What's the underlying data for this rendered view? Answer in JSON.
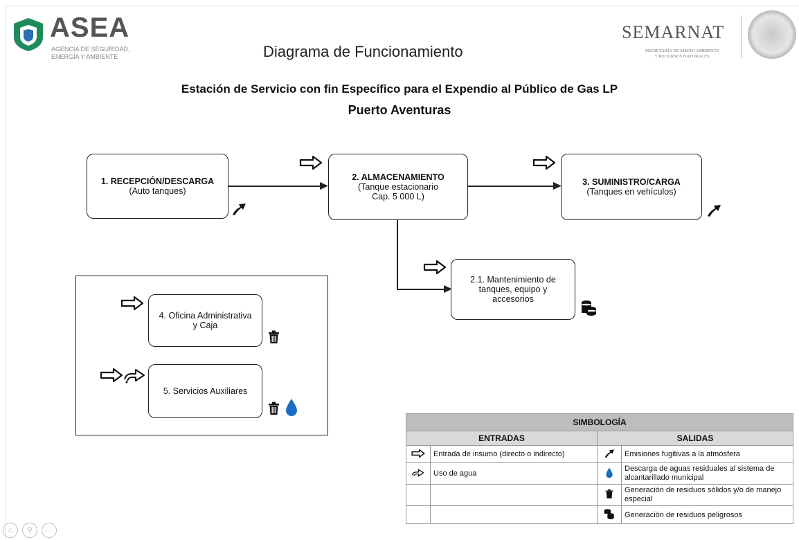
{
  "header": {
    "logo_name": "ASEA",
    "logo_subtitle_1": "Agencia de Seguridad,",
    "logo_subtitle_2": "Energía y Ambiente",
    "page_title": "Diagrama de Funcionamiento",
    "semarnat_name": "SEMARNAT",
    "semarnat_sub_1": "Secretaría de Medio Ambiente",
    "semarnat_sub_2": "y Recursos Naturales"
  },
  "subtitle": "Estación de Servicio con fin Específico para el Expendio al Público de Gas LP",
  "location": "Puerto Aventuras",
  "nodes": {
    "recepcion": {
      "title": "1. RECEPCIÓN/DESCARGA",
      "detail": "(Auto tanques)"
    },
    "almacenamiento": {
      "title": "2. ALMACENAMIENTO",
      "detail_1": "(Tanque estacionario",
      "detail_2": "Cap. 5 000 L)"
    },
    "suministro": {
      "title": "3. SUMINISTRO/CARGA",
      "detail": "(Tanques en vehículos)"
    },
    "mantenimiento": {
      "line_1": "2.1. Mantenimiento de",
      "line_2": "tanques, equipo y",
      "line_3": "accesorios"
    },
    "oficina": {
      "line_1": "4. Oficina Administrativa",
      "line_2": "y Caja"
    },
    "servicios": {
      "line_1": "5. Servicios Auxiliares"
    }
  },
  "legend": {
    "title": "SIMBOLOGÍA",
    "inputs_header": "ENTRADAS",
    "outputs_header": "SALIDAS",
    "inputs": [
      {
        "icon": "input-arrow-icon",
        "label": "Entrada de insumo (directo o indirecto)"
      },
      {
        "icon": "water-use-icon",
        "label": "Uso de agua"
      }
    ],
    "outputs": [
      {
        "icon": "emission-icon",
        "label": "Emisiones fugitivas a la atmósfera"
      },
      {
        "icon": "water-drop-icon",
        "label": "Descarga de aguas residuales al sistema de alcantarillado municipal"
      },
      {
        "icon": "trash-icon",
        "label": "Generación de residuos sólidos y/o de manejo especial"
      },
      {
        "icon": "hazardous-waste-icon",
        "label": "Generación de residuos peligrosos"
      }
    ]
  },
  "colors": {
    "water": "#1a6fc4",
    "legend_header": "#bdbdbd",
    "legend_subheader": "#d9d9d9"
  }
}
